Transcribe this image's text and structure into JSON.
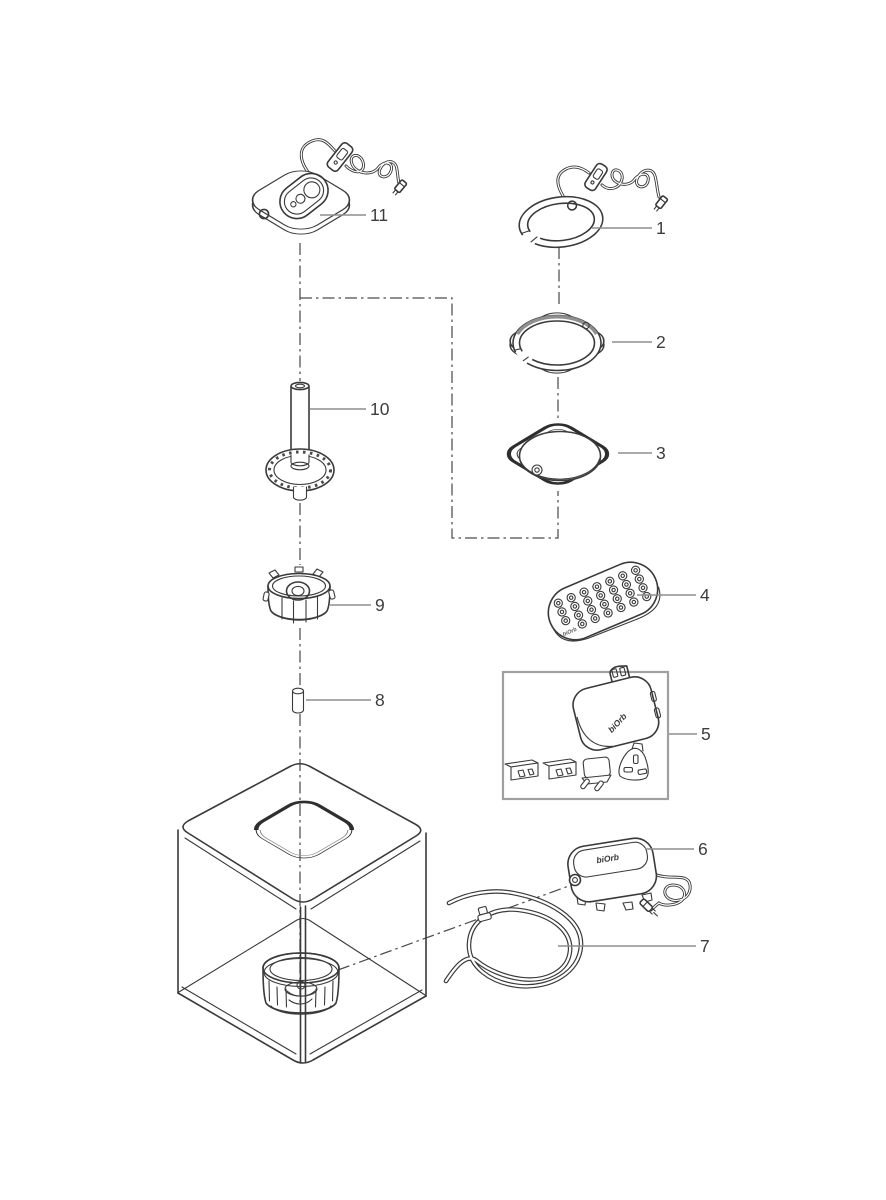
{
  "diagram": {
    "brand_text": "biOrb"
  },
  "colors": {
    "background": "#ffffff",
    "line": "#3a3a3a",
    "thick_edge": "#2e2e2e",
    "leader_line": "#8e8e8e",
    "label_text": "#3d3d3d",
    "kit_box_border": "#a0a0a0",
    "dash_line": "#4d4d4d"
  },
  "parts": [
    {
      "number": "1",
      "icon": "round-lid-with-cable-and-switch"
    },
    {
      "number": "2",
      "icon": "square-top-frame-ring"
    },
    {
      "number": "3",
      "icon": "square-base-frame-ring"
    },
    {
      "number": "4",
      "icon": "remote-control"
    },
    {
      "number": "5",
      "icon": "power-adapter-plug-kit"
    },
    {
      "number": "6",
      "icon": "air-pump-with-cable"
    },
    {
      "number": "7",
      "icon": "coiled-air-tube-with-valve"
    },
    {
      "number": "8",
      "icon": "airstone"
    },
    {
      "number": "9",
      "icon": "filter-cartridge"
    },
    {
      "number": "10",
      "icon": "bubble-tube-with-flow-disc"
    },
    {
      "number": "11",
      "icon": "square-lid-with-cable-and-switch"
    }
  ]
}
